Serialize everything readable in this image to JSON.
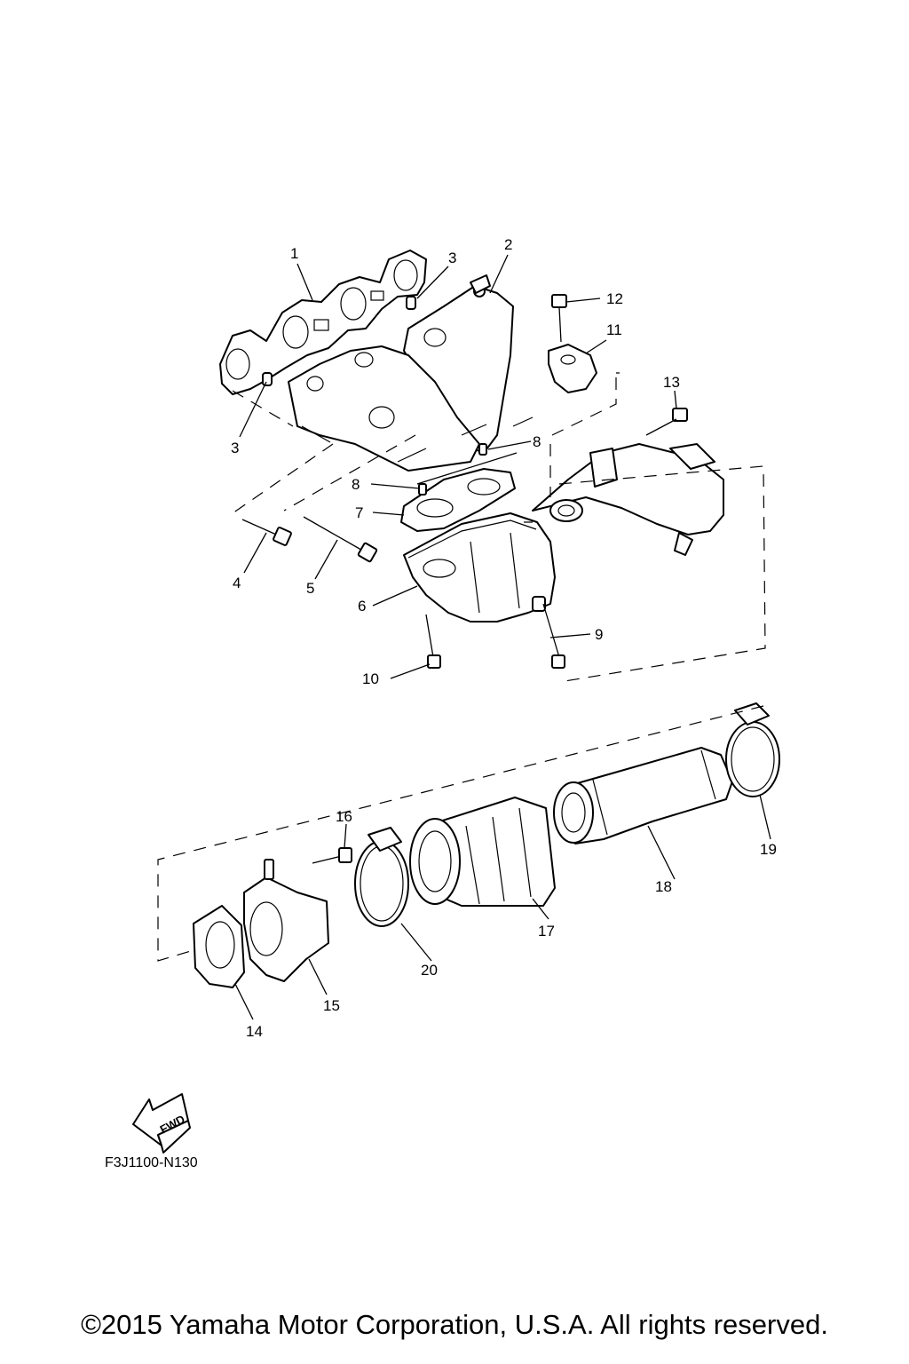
{
  "callouts": [
    "1",
    "2",
    "3",
    "3",
    "4",
    "5",
    "6",
    "7",
    "8",
    "8",
    "9",
    "10",
    "11",
    "12",
    "13",
    "14",
    "15",
    "16",
    "17",
    "18",
    "19",
    "20"
  ],
  "fwd_label": "FWD",
  "diagram_code": "F3J1100-N130",
  "copyright": "©2015 Yamaha Motor Corporation, U.S.A. All rights reserved."
}
